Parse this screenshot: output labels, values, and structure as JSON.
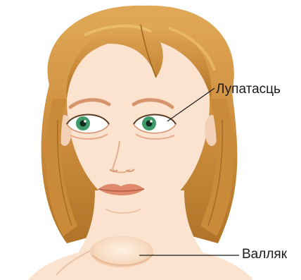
{
  "illustration": {
    "subject": "woman-face-goiter",
    "colors": {
      "background": "#ffffff",
      "skin": "#fbe3cf",
      "skin_shadow": "#efc4a6",
      "hair": "#c98a3a",
      "hair_highlight": "#e6b262",
      "hair_dark": "#9c6423",
      "iris": "#3f9a6a",
      "lips": "#e08a6c",
      "outline": "#1a1a1a"
    }
  },
  "callouts": [
    {
      "id": "eyes",
      "text": "Лупатасць"
    },
    {
      "id": "goiter",
      "text": "Валляк"
    }
  ]
}
